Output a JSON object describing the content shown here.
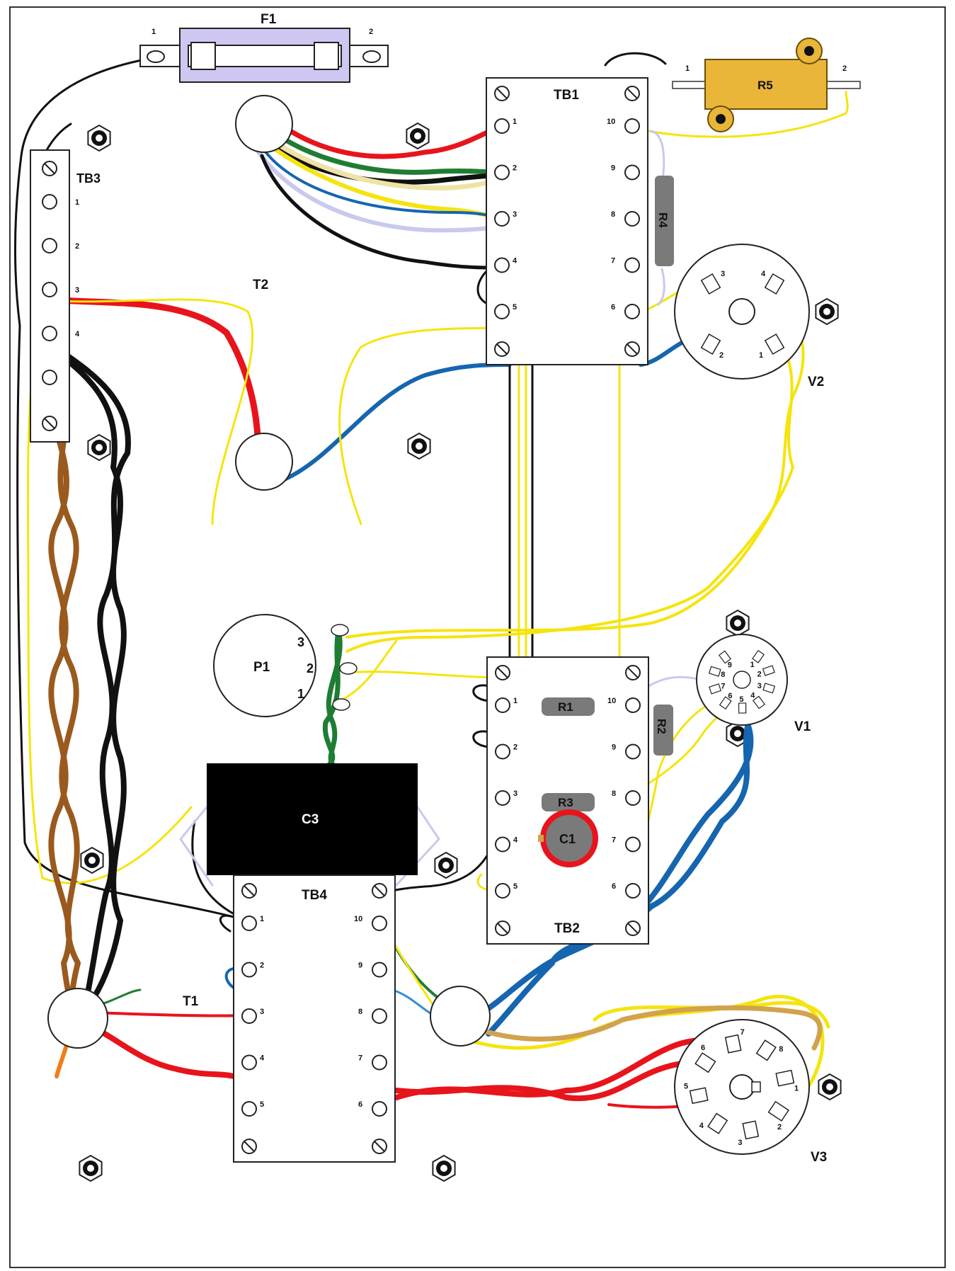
{
  "labels": {
    "F1": "F1",
    "TB1": "TB1",
    "TB2": "TB2",
    "TB3": "TB3",
    "TB4": "TB4",
    "T1": "T1",
    "T2": "T2",
    "R1": "R1",
    "R2": "R2",
    "R3": "R3",
    "R4": "R4",
    "R5": "R5",
    "C1": "C1",
    "C3": "C3",
    "P1": "P1",
    "V1": "V1",
    "V2": "V2",
    "V3": "V3"
  },
  "pin_numbers": {
    "one": "1",
    "two": "2",
    "three": "3",
    "four": "4",
    "five": "5",
    "six": "6",
    "seven": "7",
    "eight": "8",
    "nine": "9",
    "ten": "10"
  },
  "colors": {
    "red": "#e8141b",
    "black": "#111111",
    "yellow": "#f5e40d",
    "blue": "#1565b0",
    "green": "#1e7d32",
    "brown": "#9a5a1e",
    "tan": "#d2a24c",
    "lavender": "#c9c8ee",
    "white_wire": "#f4f4f4",
    "orange": "#f07d1a",
    "gray": "#7a7a7a",
    "fuse_body": "#cfc6f2",
    "resistor_r5": "#e9b63a"
  }
}
